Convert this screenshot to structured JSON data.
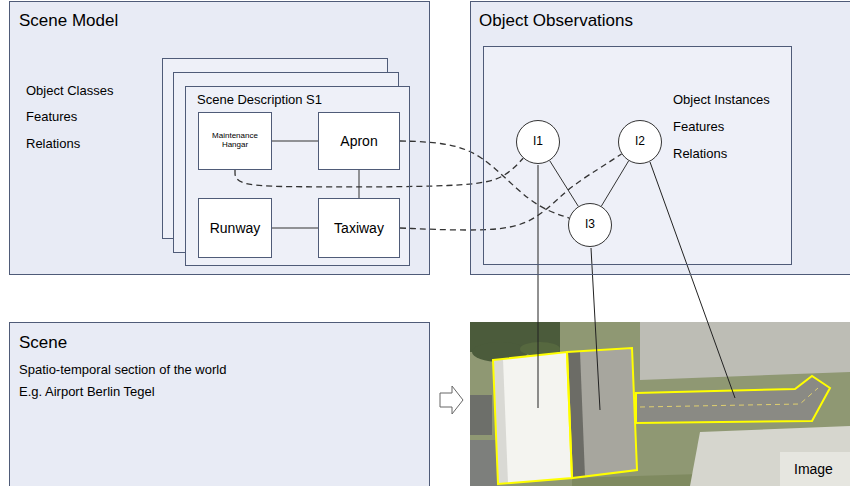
{
  "diagram": {
    "nodes": [
      {
        "text": [
          "Scene Model",
          "Object Classes",
          "Features",
          "Relations"
        ]
      },
      {
        "text": [
          "Scene Description S1"
        ],
        "in": 0
      },
      {
        "text": [
          "Maintenance Hangar"
        ],
        "in": 1
      },
      {
        "text": [
          "Apron"
        ],
        "in": 1
      },
      {
        "text": [
          "Runway"
        ],
        "in": 1
      },
      {
        "text": [
          "Taxiway"
        ],
        "in": 1
      },
      {
        "text": [
          "Object Observations"
        ]
      },
      {
        "text": [
          "Object Instances",
          "Features",
          "Relations"
        ],
        "in": 6
      },
      {
        "text": [
          "I1"
        ],
        "in": 7
      },
      {
        "text": [
          "I2"
        ],
        "in": 7
      },
      {
        "text": [
          "I3"
        ],
        "in": 7
      },
      {
        "text": [
          "Scene",
          "Spatio-temporal section of the world",
          "E.g. Airport Berlin Tegel"
        ]
      }
    ],
    "edges": [
      {
        "from": 2,
        "to": 3,
        "arrow": "none"
      },
      {
        "from": 3,
        "to": 5,
        "arrow": "none"
      },
      {
        "from": 4,
        "to": 5,
        "arrow": "none"
      },
      {
        "from": 2,
        "to": 8,
        "arrow": "none"
      },
      {
        "from": 3,
        "to": 10,
        "arrow": "none"
      },
      {
        "from": 5,
        "to": 9,
        "arrow": "none"
      },
      {
        "from": 8,
        "to": 10,
        "arrow": "none"
      },
      {
        "from": 9,
        "to": 10,
        "arrow": "none"
      }
    ],
    "labels": [
      "Image"
    ]
  }
}
